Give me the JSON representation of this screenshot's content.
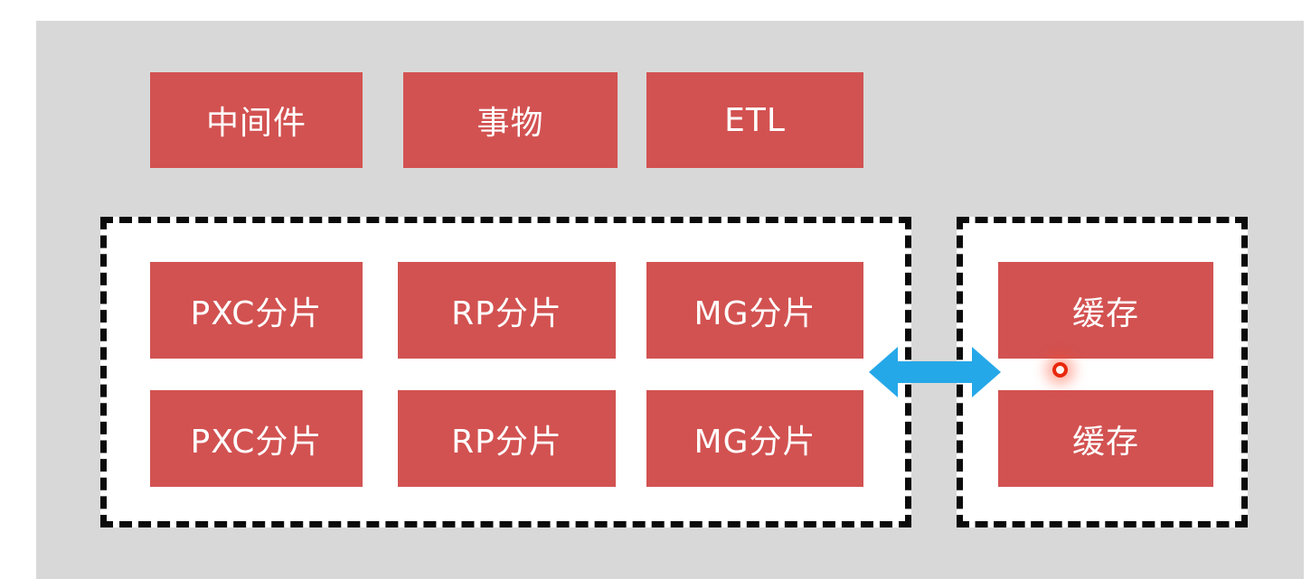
{
  "diagram": {
    "title": "database-middleware-sharding-cache-diagram",
    "top_row": {
      "items": [
        {
          "label": "中间件"
        },
        {
          "label": "事物"
        },
        {
          "label": "ETL"
        }
      ]
    },
    "shard_cluster": {
      "row1": [
        "PXC分片",
        "RP分片",
        "MG分片"
      ],
      "row2": [
        "PXC分片",
        "RP分片",
        "MG分片"
      ]
    },
    "cache_cluster": {
      "row1": "缓存",
      "row2": "缓存"
    },
    "connector": {
      "type": "bidirectional-arrow",
      "direction": "horizontal"
    },
    "colors": {
      "box_red": "#d25251",
      "box_text": "#ffffff",
      "stage_gray": "#d8d8d8",
      "container_white": "#ffffff",
      "dash_black": "#0b0b0b",
      "arrow_blue": "#25a8e8",
      "cursor_dot_red": "#e8290c"
    }
  }
}
